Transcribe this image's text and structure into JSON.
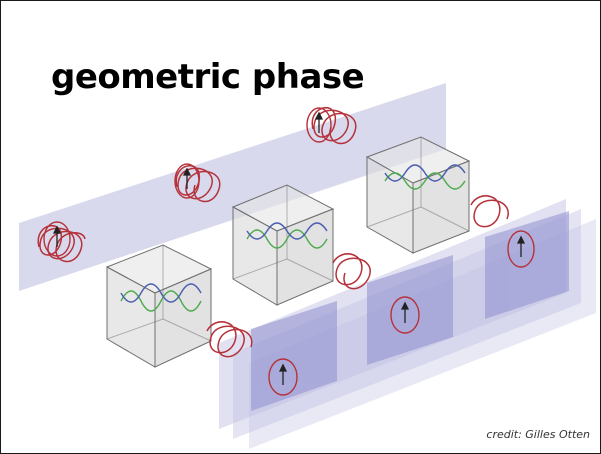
{
  "slide": {
    "title": "geometric phase",
    "credit": "credit: Gilles Otten"
  },
  "colors": {
    "plane": "#c9c9e6",
    "plane_dark": "#9f9fcf",
    "helix": "#b5323a",
    "crystal_face": "#e2e2e2",
    "crystal_edge": "#6f6f6f",
    "wave_green": "#4faa4f",
    "wave_blue": "#4a5fb0",
    "arrow": "#222222"
  },
  "icons": {
    "polarization_marker": "circle-with-arrow"
  }
}
